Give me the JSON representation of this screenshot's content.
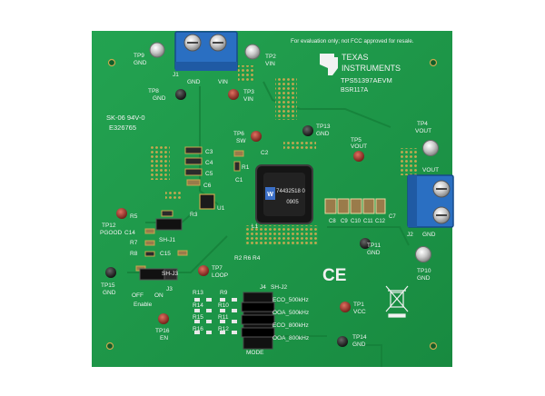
{
  "board": {
    "disclaimer": "For evaluation only; not FCC approved for resale.",
    "brand_line1": "TEXAS",
    "brand_line2": "INSTRUMENTS",
    "part": "TPS51397AEVM",
    "rev": "BSR117A",
    "ul_mark": "SK-06 94V-0",
    "file_no": "E326765",
    "inductor_line1": "74432518 0",
    "inductor_line2": "0905",
    "ce_mark": "CE",
    "colors": {
      "pcb": "#1f9a4a",
      "pcb_dark": "#17823d",
      "pad": "#c9a850",
      "silk": "#f2f2f2",
      "terminal_blue": "#2a6fc2"
    }
  },
  "labels": {
    "tp9": "TP9",
    "tp9_net": "GND",
    "j1": "J1",
    "j1_gnd": "GND",
    "j1_vin": "VIN",
    "tp2": "TP2",
    "tp2_net": "VIN",
    "tp8": "TP8",
    "tp8_net": "GND",
    "tp3": "TP3",
    "tp3_net": "VIN",
    "tp13": "TP13",
    "tp13_net": "GND",
    "tp6": "TP6",
    "tp6_net": "SW",
    "tp5": "TP5",
    "tp5_net": "VOUT",
    "tp4": "TP4",
    "tp4_net": "VOUT",
    "vout_term": "VOUT",
    "j2": "J2",
    "j2_net": "GND",
    "tp12": "TP12",
    "tp12_net": "PGOOD",
    "tp11": "TP11",
    "tp11_net": "GND",
    "tp10": "TP10",
    "tp10_net": "GND",
    "tp15": "TP15",
    "tp15_net": "GND",
    "tp7": "TP7",
    "tp7_net": "LOOP",
    "tp16": "TP16",
    "tp16_net": "EN",
    "tp1": "TP1",
    "tp1_net": "VCC",
    "tp14": "TP14",
    "tp14_net": "GND",
    "sh_j1": "SH-J1",
    "sh_j3": "SH-J3",
    "j3": "J3",
    "j4": "J4",
    "sh_j2": "SH-J2",
    "off": "OFF",
    "on": "ON",
    "enable": "Enable",
    "mode1": "ECO_500kHz",
    "mode2": "OOA_500kHz",
    "mode3": "ECO_800kHz",
    "mode4": "OOA_800kHz",
    "mode_label": "MODE",
    "c3": "C3",
    "c4": "C4",
    "c5": "C5",
    "c6": "C6",
    "c1": "C1",
    "c2": "C2",
    "r1": "R1",
    "r5": "R5",
    "c14": "C14",
    "r7": "R7",
    "r8": "R8",
    "c15": "C15",
    "r3": "R3",
    "u1": "U1",
    "l1": "L1",
    "r2": "R2",
    "r6": "R6",
    "r4": "R4",
    "r13": "R13",
    "r14": "R14",
    "r15": "R15",
    "r16": "R16",
    "r9": "R9",
    "r10": "R10",
    "r11": "R11",
    "r12": "R12",
    "c8": "C8",
    "c9": "C9",
    "c10": "C10",
    "c11": "C11",
    "c12": "C12",
    "c7": "C7"
  }
}
